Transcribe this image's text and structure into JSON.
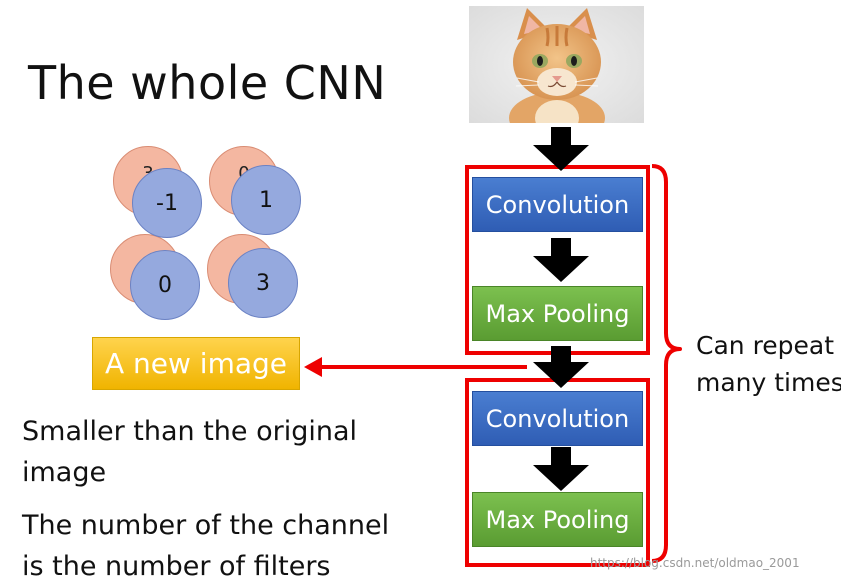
{
  "title": "The whole CNN",
  "feature_maps": {
    "values": [
      "-1",
      "1",
      "0",
      "3"
    ],
    "back_values": [
      "3",
      "0",
      "",
      ""
    ]
  },
  "new_image_label": "A new image",
  "notes": [
    "Smaller than the original",
    "image",
    "The number of the channel",
    "is the number of filters"
  ],
  "pipeline": {
    "blocks": [
      "Convolution",
      "Max Pooling",
      "Convolution",
      "Max Pooling"
    ]
  },
  "repeat_note": [
    "Can repeat",
    "many times"
  ],
  "watermark": "https://blog.csdn.net/oldmao_2001",
  "colors": {
    "frame_red": "#ee0000",
    "convolution_blue": "#3d6fc6",
    "pooling_green": "#6cae41",
    "new_image_gold": "#f7c219",
    "feature_front": "#95a9de",
    "feature_back": "#f4b7a1"
  }
}
